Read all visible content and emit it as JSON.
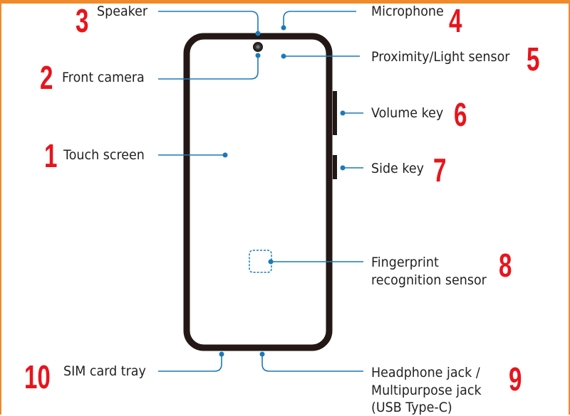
{
  "colors": {
    "leader": "#1a7ab8",
    "number": "#e8141c",
    "outline": "#231815",
    "border": "#f08a2a"
  },
  "parts": [
    {
      "num": "1",
      "label": "Touch screen"
    },
    {
      "num": "2",
      "label": "Front camera"
    },
    {
      "num": "3",
      "label": "Speaker"
    },
    {
      "num": "4",
      "label": "Microphone"
    },
    {
      "num": "5",
      "label": "Proximity/Light sensor"
    },
    {
      "num": "6",
      "label": "Volume key"
    },
    {
      "num": "7",
      "label": "Side key"
    },
    {
      "num": "8",
      "label": "Fingerprint",
      "label2": "recognition sensor"
    },
    {
      "num": "9",
      "label": "Headphone jack /",
      "label2": "Multipurpose jack",
      "label3": "(USB Type-C)"
    },
    {
      "num": "10",
      "label": "SIM card tray"
    }
  ]
}
